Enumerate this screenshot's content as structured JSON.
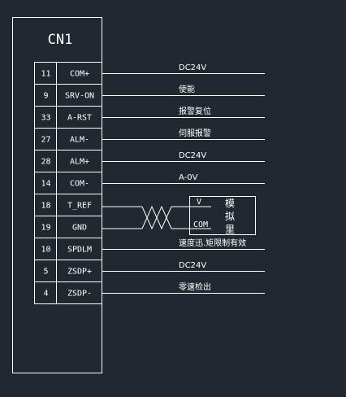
{
  "connector": {
    "title": "CN1",
    "pins": [
      {
        "num": "11",
        "signal": "COM+",
        "label": "DC24V"
      },
      {
        "num": "9",
        "signal": "SRV-ON",
        "label": "使能"
      },
      {
        "num": "33",
        "signal": "A-RST",
        "label": "报警复位"
      },
      {
        "num": "27",
        "signal": "ALM-",
        "label": "伺服报警"
      },
      {
        "num": "28",
        "signal": "ALM+",
        "label": "DC24V"
      },
      {
        "num": "14",
        "signal": "COM-",
        "label": "A-0V"
      },
      {
        "num": "18",
        "signal": "T_REF",
        "label": ""
      },
      {
        "num": "19",
        "signal": "GND",
        "label": ""
      },
      {
        "num": "10",
        "signal": "SPDLM",
        "label": "速度迅.矩限制有效"
      },
      {
        "num": "5",
        "signal": "ZSDP+",
        "label": "DC24V"
      },
      {
        "num": "4",
        "signal": "ZSDP-",
        "label": "零速检出"
      }
    ]
  },
  "analog_box": {
    "terminal_v": "V",
    "terminal_com": "COM",
    "label_chars": [
      "模",
      "拟",
      "里"
    ]
  }
}
